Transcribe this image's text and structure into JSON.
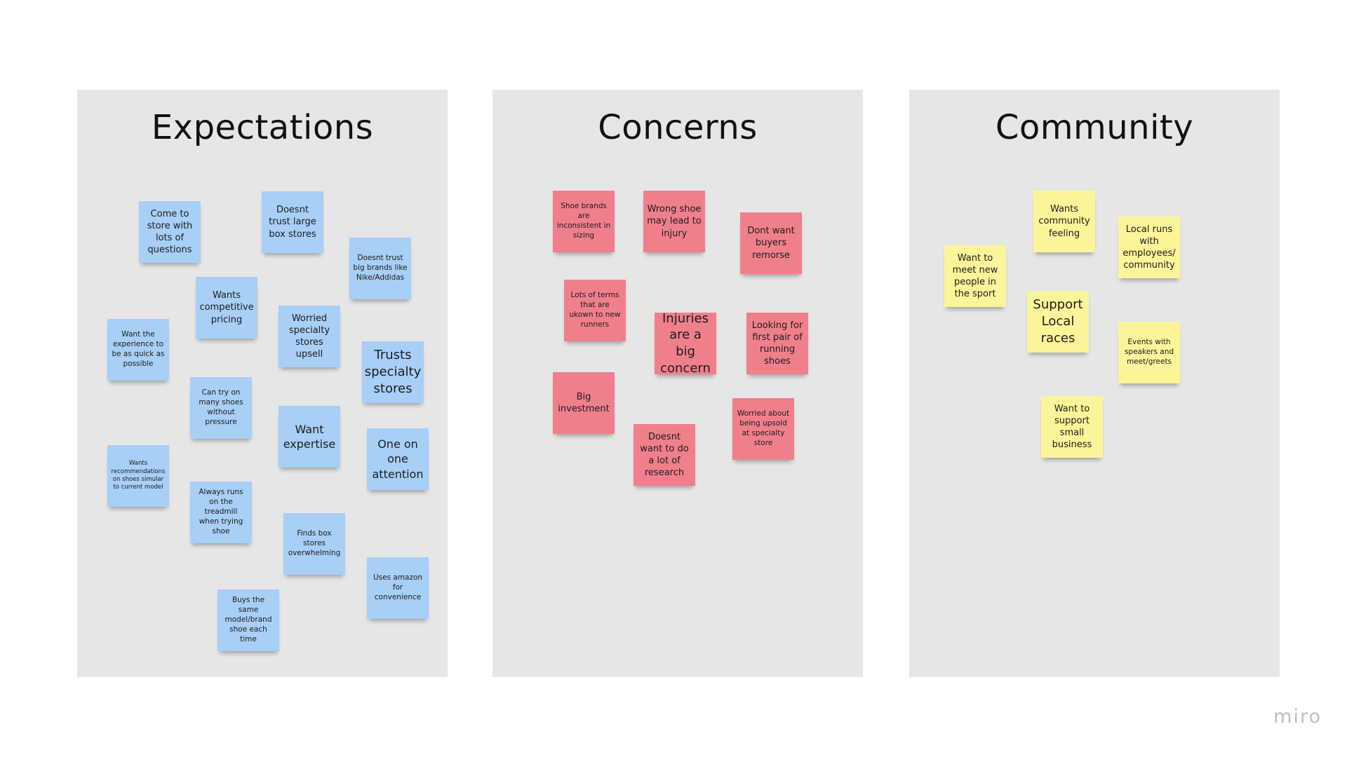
{
  "board": {
    "brand": "miro",
    "frames": [
      {
        "title": "Expectations",
        "color": "#a8cff6",
        "notes": [
          "Come to store with lots of questions",
          "Doesnt trust large box stores",
          "Doesnt trust big brands like Nike/Addidas",
          "Wants competitive pricing",
          "Want the experience to be as quick as possible",
          "Worried specialty stores upsell",
          "Trusts specialty stores",
          "Can try on many shoes without pressure",
          "Want expertise",
          "One on one attention",
          "Wants recommendations on shoes simular to current model",
          "Always runs on the treadmill when trying shoe",
          "Finds box stores overwhelming",
          "Uses amazon for convenience",
          "Buys the same model/brand shoe each time"
        ]
      },
      {
        "title": "Concerns",
        "color": "#f07f8c",
        "notes": [
          "Shoe brands are inconsistent in sizing",
          "Wrong shoe may lead to injury",
          "Dont want buyers remorse",
          "Lots of terms that are ukown to new runners",
          "Injuries are a big concern",
          "Looking for first pair of running shoes",
          "Big investment",
          "Doesnt want to do a lot of research",
          "Worried about being upsold at specialty store"
        ]
      },
      {
        "title": "Community",
        "color": "#fbf59a",
        "notes": [
          "Wants community feeling",
          "Local runs with employees/ community",
          "Want to meet new people in the sport",
          "Support Local races",
          "Events with speakers and meet/greets",
          "Want to support small business"
        ]
      }
    ]
  }
}
